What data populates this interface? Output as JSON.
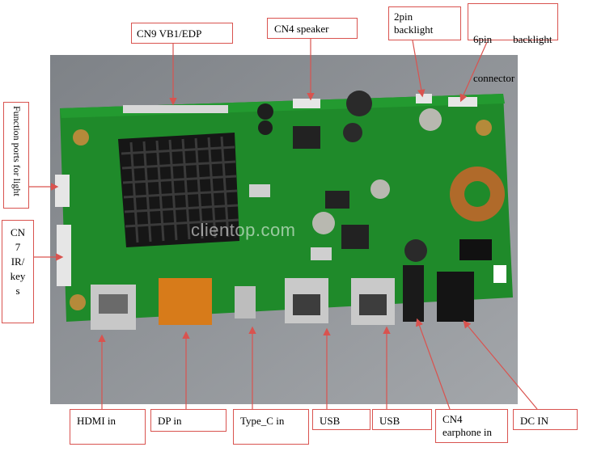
{
  "watermark": "clientop.com",
  "labels": {
    "cn9": "CN9 VB1/EDP",
    "cn4_speaker": "CN4 speaker",
    "pin2_line1": "2pin",
    "pin2_line2": "backlight",
    "pin6_line1": "6pin        backlight",
    "pin6_line2": "connector",
    "function_ports": "Function ports for light",
    "cn7_line1": "CN",
    "cn7_line2": "7",
    "cn7_line3": "IR/",
    "cn7_line4": "key",
    "cn7_line5": "s",
    "hdmi": "HDMI in",
    "dp": "DP in",
    "typec": "Type_C in",
    "usb1": "USB",
    "usb2": "USB",
    "cn4_earphone_line1": "CN4",
    "cn4_earphone_line2": "earphone in",
    "dc": "DC IN"
  },
  "colors": {
    "board": "#1f8a2a",
    "heatsink": "#1a1a1a",
    "label_border": "#d9534f",
    "arrow": "#d9534f"
  }
}
